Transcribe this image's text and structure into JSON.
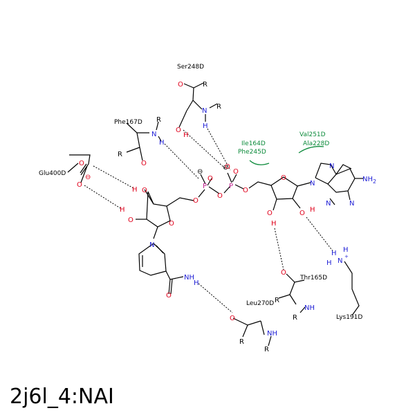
{
  "title": "2j6l_4:NAI",
  "colors": {
    "oxygen": "#e0001b",
    "nitrogen": "#1f1fd6",
    "phosphorus": "#c0208f",
    "carbon": "#000000",
    "hydrophobic": "#0b8a3a"
  },
  "residues": {
    "ser248": "Ser248D",
    "phe167": "Phe167D",
    "glu400": "Glu400D",
    "ile164": "Ile164D",
    "phe245": "Phe245D",
    "val251": "Val251D",
    "ala228": "Ala228D",
    "thr165": "Thr165D",
    "lys191": "Lys191D",
    "leu270": "Leu270D"
  },
  "atoms": {
    "O": "O",
    "N": "N",
    "P": "P",
    "H": "H",
    "R": "R",
    "NH": "NH",
    "NH2": "NH2",
    "charge": "⊖"
  }
}
